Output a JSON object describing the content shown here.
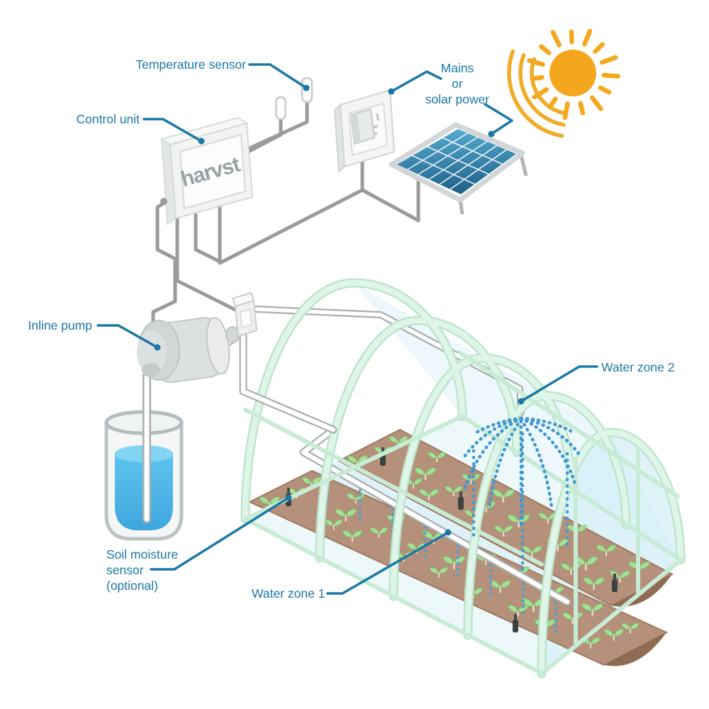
{
  "diagram": {
    "brand": "harvst",
    "labels": {
      "temperature_sensor": "Temperature sensor",
      "control_unit": "Control unit",
      "power": [
        "Mains",
        "or",
        "solar power"
      ],
      "inline_pump": "Inline pump",
      "soil_moisture": [
        "Soil moisture",
        "sensor",
        "(optional)"
      ],
      "water_zone_1": "Water zone 1",
      "water_zone_2": "Water zone 2"
    },
    "colors": {
      "label_blue": "#1a78a5",
      "sun_orange": "#f4a71c",
      "water_blue": "#4db4e8",
      "drip_blue": "#4aa0d8",
      "solar_panel_dark": "#20628b",
      "solar_panel_light": "#58aed2",
      "greenhouse_mint": "#c9ecd9",
      "soil_brown": "#b5907a",
      "wire_grey": "#9b9b9b"
    }
  }
}
